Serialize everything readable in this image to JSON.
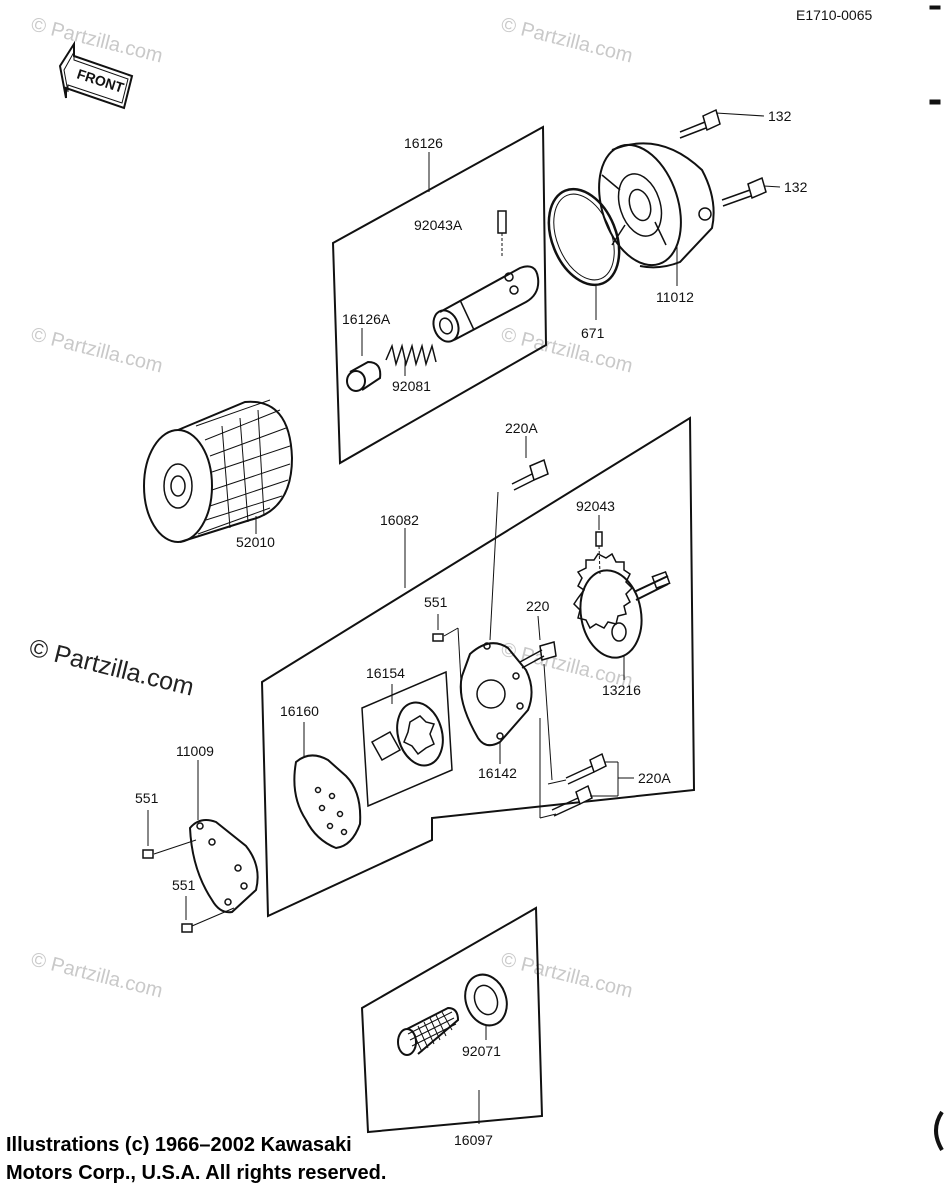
{
  "header": {
    "code": "E1710-0065",
    "front_arrow": "FRONT"
  },
  "watermarks": {
    "small": "© Partzilla.com",
    "big": "© Partzilla.com"
  },
  "parts": {
    "p132a": "132",
    "p132b": "132",
    "p16126": "16126",
    "p92043A": "92043A",
    "p16126A": "16126A",
    "p92081": "92081",
    "p671": "671",
    "p11012": "11012",
    "p52010": "52010",
    "p220A_top": "220A",
    "p16082": "16082",
    "p92043": "92043",
    "p551_top": "551",
    "p220": "220",
    "p16154": "16154",
    "p13216": "13216",
    "p16160": "16160",
    "p11009": "11009",
    "p16142": "16142",
    "p220A_bottom": "220A",
    "p551_left": "551",
    "p551_bottom": "551",
    "p92071": "92071",
    "p16097": "16097"
  },
  "copyright": {
    "line1": "Illustrations (c) 1966–2002 Kawasaki",
    "line2": "Motors Corp., U.S.A.  All rights reserved."
  }
}
